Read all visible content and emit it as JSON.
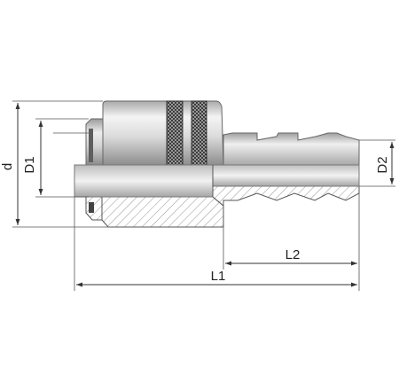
{
  "diagram": {
    "labels": {
      "d": "d",
      "D1": "D1",
      "D2": "D2",
      "L1": "L1",
      "L2": "L2"
    },
    "colors": {
      "metal_light": "#e8e8e8",
      "metal_mid": "#b9b9b9",
      "metal_dark": "#7a7a7a",
      "knurl": "#2a2a2a",
      "hatch": "#6a6a6a",
      "dimension": "#333333"
    }
  }
}
